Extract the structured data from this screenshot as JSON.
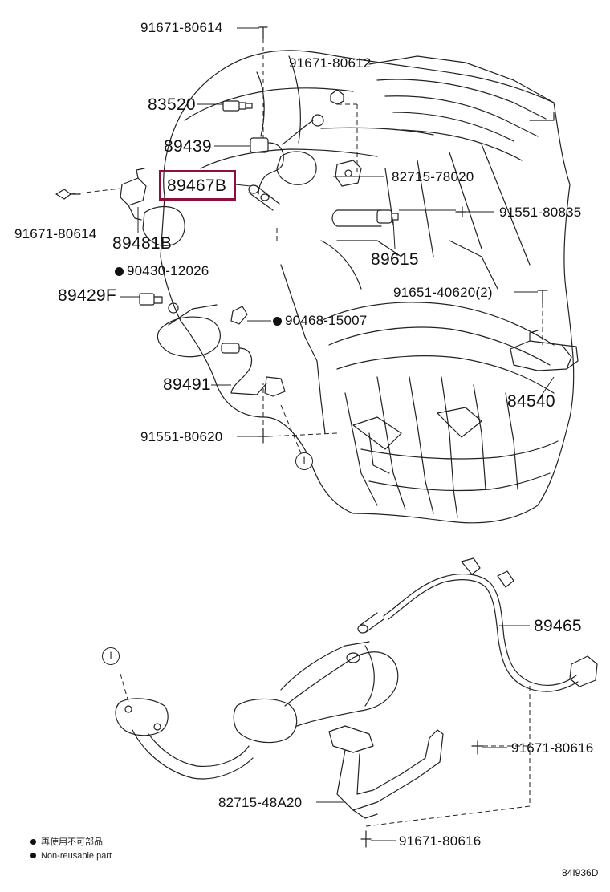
{
  "labels": {
    "p1": "91671-80614",
    "p2": "91671-80612",
    "p3": "83520",
    "p4": "89439",
    "p5": "89467B",
    "p6": "82715-78020",
    "p7": "91671-80614",
    "p8": "89481B",
    "p9": "91551-80835",
    "p10": "89615",
    "p11": "90430-12026",
    "p12": "89429F",
    "p13": "91651-40620(2)",
    "p14": "90468-15007",
    "p15": "84540",
    "p16": "89491",
    "p17": "91551-80620",
    "p18": "89465",
    "p19": "91671-80616",
    "p20": "82715-48A20",
    "p21": "91671-80616",
    "ref1": "I",
    "ref2": "I"
  },
  "legend": {
    "line1": "再使用不可部品",
    "line2": "Non-reusable part"
  },
  "diagram_code": "84I936D",
  "colors": {
    "highlight": "#8e0e3a",
    "ink": "#111111"
  }
}
